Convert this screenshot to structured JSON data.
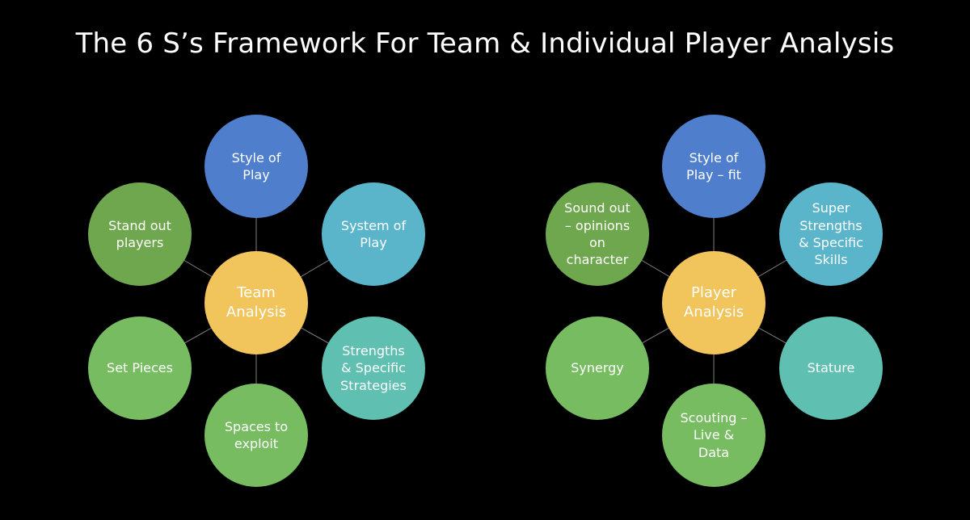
{
  "title": "The 6 S’s Framework For Team & Individual Player Analysis",
  "colors": {
    "background": "#000000",
    "center": "#f1c45c",
    "blue": "#4f7fcc",
    "cyan": "#5ab5ca",
    "teal": "#5fbfb0",
    "green_dark": "#6fa74f",
    "green_light": "#78bc62",
    "connector": "#7f7f7f"
  },
  "diagrams": [
    {
      "center": "Team\nAnalysis",
      "nodes": [
        {
          "label": "Style of\nPlay",
          "color": "blue"
        },
        {
          "label": "System of\nPlay",
          "color": "cyan"
        },
        {
          "label": "Strengths\n& Specific\nStrategies",
          "color": "teal"
        },
        {
          "label": "Spaces to\nexploit",
          "color": "green_light"
        },
        {
          "label": "Set Pieces",
          "color": "green_light"
        },
        {
          "label": "Stand out\nplayers",
          "color": "green_dark"
        }
      ]
    },
    {
      "center": "Player\nAnalysis",
      "nodes": [
        {
          "label": "Style of\nPlay – fit",
          "color": "blue"
        },
        {
          "label": "Super\nStrengths\n& Specific\nSkills",
          "color": "cyan"
        },
        {
          "label": "Stature",
          "color": "teal"
        },
        {
          "label": "Scouting –\nLive &\nData",
          "color": "green_light"
        },
        {
          "label": "Synergy",
          "color": "green_light"
        },
        {
          "label": "Sound out\n– opinions\non\ncharacter",
          "color": "green_dark"
        }
      ]
    }
  ]
}
